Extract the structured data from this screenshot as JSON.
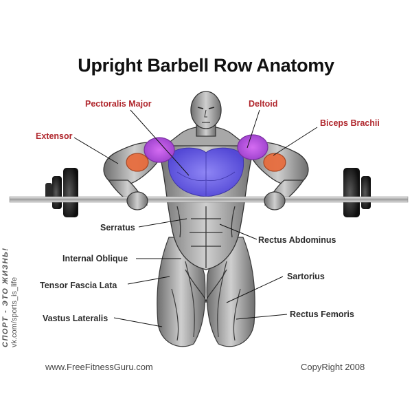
{
  "title": "Upright Barbell Row Anatomy",
  "labels": {
    "pectoralis_major": "Pectoralis Major",
    "deltoid": "Deltoid",
    "biceps_brachii": "Biceps Brachii",
    "extensor": "Extensor",
    "serratus": "Serratus",
    "rectus_abdominus": "Rectus Abdominus",
    "internal_oblique": "Internal Oblique",
    "sartorius": "Sartorius",
    "tensor_fascia_lata": "Tensor Fascia Lata",
    "vastus_lateralis": "Vastus Lateralis",
    "rectus_femoris": "Rectus Femoris"
  },
  "footer": {
    "website": "www.FreeFitnessGuru.com",
    "copyright": "CopyRight 2008"
  },
  "sidebar": {
    "russian": "СПОРТ - ЭТО ЖИЗНЬ!",
    "vk": "vk.com/sports_is_life"
  },
  "colors": {
    "label_red": "#b0272d",
    "label_dark": "#2b2b2b",
    "deltoid_highlight": "#c25ae6",
    "pectoral_highlight": "#6f63e8",
    "forearm_highlight": "#e86a3a"
  }
}
